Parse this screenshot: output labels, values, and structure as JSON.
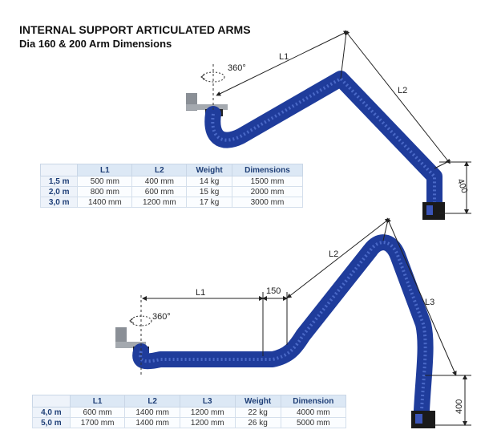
{
  "header": {
    "title": "INTERNAL SUPPORT ARTICULATED ARMS",
    "subtitle": "Dia 160 & 200 Arm Dimensions"
  },
  "arm1": {
    "rotation_label": "360°",
    "l1_label": "L1",
    "l2_label": "L2",
    "height_label": "400"
  },
  "arm2": {
    "rotation_label": "360°",
    "l1_label": "L1",
    "offset_label": "150",
    "l2_label": "L2",
    "l3_label": "L3",
    "height_label": "400"
  },
  "table1": {
    "headers": [
      "",
      "L1",
      "L2",
      "Weight",
      "Dimensions"
    ],
    "rows": [
      [
        "1,5 m",
        "500 mm",
        "400 mm",
        "14 kg",
        "1500 mm"
      ],
      [
        "2,0 m",
        "800 mm",
        "600 mm",
        "15 kg",
        "2000 mm"
      ],
      [
        "3,0 m",
        "1400 mm",
        "1200 mm",
        "17 kg",
        "3000 mm"
      ]
    ]
  },
  "table2": {
    "headers": [
      "",
      "L1",
      "L2",
      "L3",
      "Weight",
      "Dimension"
    ],
    "rows": [
      [
        "4,0 m",
        "600 mm",
        "1400 mm",
        "1200 mm",
        "22 kg",
        "4000 mm"
      ],
      [
        "5,0 m",
        "1700 mm",
        "1400 mm",
        "1200 mm",
        "26 kg",
        "5000 mm"
      ]
    ]
  },
  "colors": {
    "hose": "#1f3c9b",
    "hose_highlight": "#5a78d6",
    "bracket": "#8a8f96",
    "table_header": "#dce8f5",
    "table_header_text": "#1f3f77"
  }
}
